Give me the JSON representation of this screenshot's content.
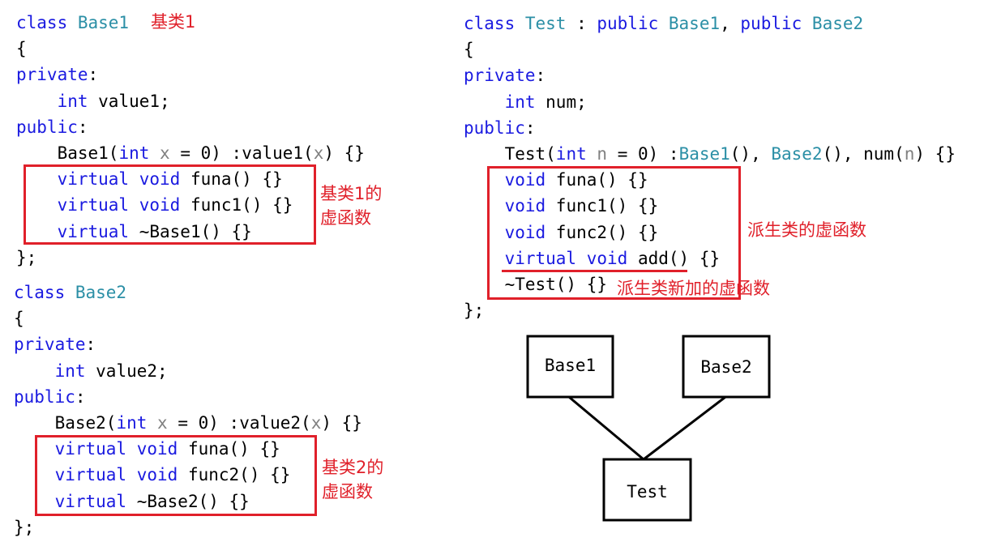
{
  "base1": {
    "lines": [
      [
        {
          "t": "class ",
          "s": "kw"
        },
        {
          "t": "Base1",
          "s": "cls"
        }
      ],
      [
        {
          "t": "{",
          "s": "plain"
        }
      ],
      [
        {
          "t": "private",
          "s": "kw"
        },
        {
          "t": ":",
          "s": "plain"
        }
      ],
      [
        {
          "t": "    ",
          "s": "plain"
        },
        {
          "t": "int",
          "s": "kw"
        },
        {
          "t": " value1;",
          "s": "plain"
        }
      ],
      [
        {
          "t": "public",
          "s": "kw"
        },
        {
          "t": ":",
          "s": "plain"
        }
      ],
      [
        {
          "t": "    Base1(",
          "s": "plain"
        },
        {
          "t": "int",
          "s": "kw"
        },
        {
          "t": " ",
          "s": "plain"
        },
        {
          "t": "x",
          "s": "prm"
        },
        {
          "t": " = 0) :value1(",
          "s": "plain"
        },
        {
          "t": "x",
          "s": "prm"
        },
        {
          "t": ") {}",
          "s": "plain"
        }
      ],
      [
        {
          "t": "    ",
          "s": "plain"
        },
        {
          "t": "virtual",
          "s": "kw"
        },
        {
          "t": " ",
          "s": "plain"
        },
        {
          "t": "void",
          "s": "kw"
        },
        {
          "t": " funa() {}",
          "s": "plain"
        }
      ],
      [
        {
          "t": "    ",
          "s": "plain"
        },
        {
          "t": "virtual",
          "s": "kw"
        },
        {
          "t": " ",
          "s": "plain"
        },
        {
          "t": "void",
          "s": "kw"
        },
        {
          "t": " func1() {}",
          "s": "plain"
        }
      ],
      [
        {
          "t": "    ",
          "s": "plain"
        },
        {
          "t": "virtual",
          "s": "kw"
        },
        {
          "t": " ~Base1() {}",
          "s": "plain"
        }
      ],
      [
        {
          "t": "};",
          "s": "plain"
        }
      ]
    ]
  },
  "base2": {
    "lines": [
      [
        {
          "t": "class ",
          "s": "kw"
        },
        {
          "t": "Base2",
          "s": "cls"
        }
      ],
      [
        {
          "t": "{",
          "s": "plain"
        }
      ],
      [
        {
          "t": "private",
          "s": "kw"
        },
        {
          "t": ":",
          "s": "plain"
        }
      ],
      [
        {
          "t": "    ",
          "s": "plain"
        },
        {
          "t": "int",
          "s": "kw"
        },
        {
          "t": " value2;",
          "s": "plain"
        }
      ],
      [
        {
          "t": "public",
          "s": "kw"
        },
        {
          "t": ":",
          "s": "plain"
        }
      ],
      [
        {
          "t": "    Base2(",
          "s": "plain"
        },
        {
          "t": "int",
          "s": "kw"
        },
        {
          "t": " ",
          "s": "plain"
        },
        {
          "t": "x",
          "s": "prm"
        },
        {
          "t": " = 0) :value2(",
          "s": "plain"
        },
        {
          "t": "x",
          "s": "prm"
        },
        {
          "t": ") {}",
          "s": "plain"
        }
      ],
      [
        {
          "t": "    ",
          "s": "plain"
        },
        {
          "t": "virtual",
          "s": "kw"
        },
        {
          "t": " ",
          "s": "plain"
        },
        {
          "t": "void",
          "s": "kw"
        },
        {
          "t": " funa() {}",
          "s": "plain"
        }
      ],
      [
        {
          "t": "    ",
          "s": "plain"
        },
        {
          "t": "virtual",
          "s": "kw"
        },
        {
          "t": " ",
          "s": "plain"
        },
        {
          "t": "void",
          "s": "kw"
        },
        {
          "t": " func2() {}",
          "s": "plain"
        }
      ],
      [
        {
          "t": "    ",
          "s": "plain"
        },
        {
          "t": "virtual",
          "s": "kw"
        },
        {
          "t": " ~Base2() {}",
          "s": "plain"
        }
      ],
      [
        {
          "t": "};",
          "s": "plain"
        }
      ]
    ]
  },
  "test": {
    "lines": [
      [
        {
          "t": "class ",
          "s": "kw"
        },
        {
          "t": "Test",
          "s": "cls"
        },
        {
          "t": " : ",
          "s": "plain"
        },
        {
          "t": "public",
          "s": "kw"
        },
        {
          "t": " ",
          "s": "plain"
        },
        {
          "t": "Base1",
          "s": "cls"
        },
        {
          "t": ", ",
          "s": "plain"
        },
        {
          "t": "public",
          "s": "kw"
        },
        {
          "t": " ",
          "s": "plain"
        },
        {
          "t": "Base2",
          "s": "cls"
        }
      ],
      [
        {
          "t": "{",
          "s": "plain"
        }
      ],
      [
        {
          "t": "private",
          "s": "kw"
        },
        {
          "t": ":",
          "s": "plain"
        }
      ],
      [
        {
          "t": "    ",
          "s": "plain"
        },
        {
          "t": "int",
          "s": "kw"
        },
        {
          "t": " num;",
          "s": "plain"
        }
      ],
      [
        {
          "t": "public",
          "s": "kw"
        },
        {
          "t": ":",
          "s": "plain"
        }
      ],
      [
        {
          "t": "    Test(",
          "s": "plain"
        },
        {
          "t": "int",
          "s": "kw"
        },
        {
          "t": " ",
          "s": "plain"
        },
        {
          "t": "n",
          "s": "prm"
        },
        {
          "t": " = 0) :",
          "s": "plain"
        },
        {
          "t": "Base1",
          "s": "cls"
        },
        {
          "t": "(), ",
          "s": "plain"
        },
        {
          "t": "Base2",
          "s": "cls"
        },
        {
          "t": "(), num(",
          "s": "plain"
        },
        {
          "t": "n",
          "s": "prm"
        },
        {
          "t": ") {}",
          "s": "plain"
        }
      ],
      [
        {
          "t": "    ",
          "s": "plain"
        },
        {
          "t": "void",
          "s": "kw"
        },
        {
          "t": " funa() {}",
          "s": "plain"
        }
      ],
      [
        {
          "t": "    ",
          "s": "plain"
        },
        {
          "t": "void",
          "s": "kw"
        },
        {
          "t": " func1() {}",
          "s": "plain"
        }
      ],
      [
        {
          "t": "    ",
          "s": "plain"
        },
        {
          "t": "void",
          "s": "kw"
        },
        {
          "t": " func2() {}",
          "s": "plain"
        }
      ],
      [
        {
          "t": "    ",
          "s": "plain"
        },
        {
          "t": "virtual",
          "s": "kw"
        },
        {
          "t": " ",
          "s": "plain"
        },
        {
          "t": "void",
          "s": "kw"
        },
        {
          "t": " add() {}",
          "s": "plain"
        }
      ],
      [
        {
          "t": "    ~Test() {}",
          "s": "plain"
        }
      ],
      [
        {
          "t": "};",
          "s": "plain"
        }
      ]
    ]
  },
  "annotations": {
    "base1_title": "基类1",
    "base1_virtuals": "基类1的\n虚函数",
    "base2_virtuals": "基类2的\n虚函数",
    "derived_virtuals": "派生类的虚函数",
    "derived_new_virtual": "派生类新加的虚函数"
  },
  "diagram": {
    "nodes": {
      "base1": "Base1",
      "base2": "Base2",
      "test": "Test"
    },
    "edges": [
      [
        "base1",
        "test"
      ],
      [
        "base2",
        "test"
      ]
    ]
  },
  "colors": {
    "keyword": "#1a1ae0",
    "class_name": "#2b8fa6",
    "parameter": "#808080",
    "annotation": "#e0202a",
    "text": "#000000"
  }
}
